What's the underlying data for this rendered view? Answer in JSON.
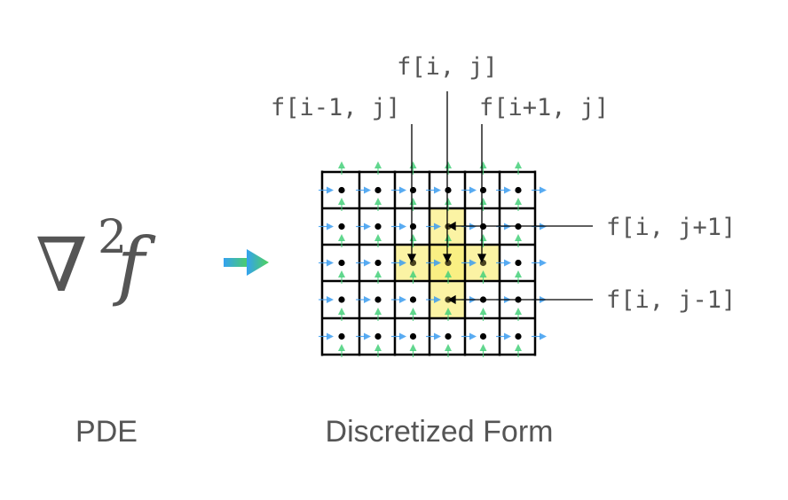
{
  "left": {
    "formula_symbol": "∇",
    "formula_exponent": "2",
    "formula_function": "f",
    "caption": "PDE"
  },
  "right": {
    "caption": "Discretized Form"
  },
  "grid": {
    "columns": 6,
    "rows": 5,
    "center": [
      3,
      2
    ]
  },
  "labels": {
    "center": "f[i, j]",
    "left": "f[i-1, j]",
    "right": "f[i+1, j]",
    "up": "f[i, j+1]",
    "down": "f[i, j-1]"
  },
  "colors": {
    "highlight": "#fbf6b4",
    "blue_arrow": "#3b9cf0",
    "green_arrow": "#45d07a",
    "text": "#555555"
  }
}
